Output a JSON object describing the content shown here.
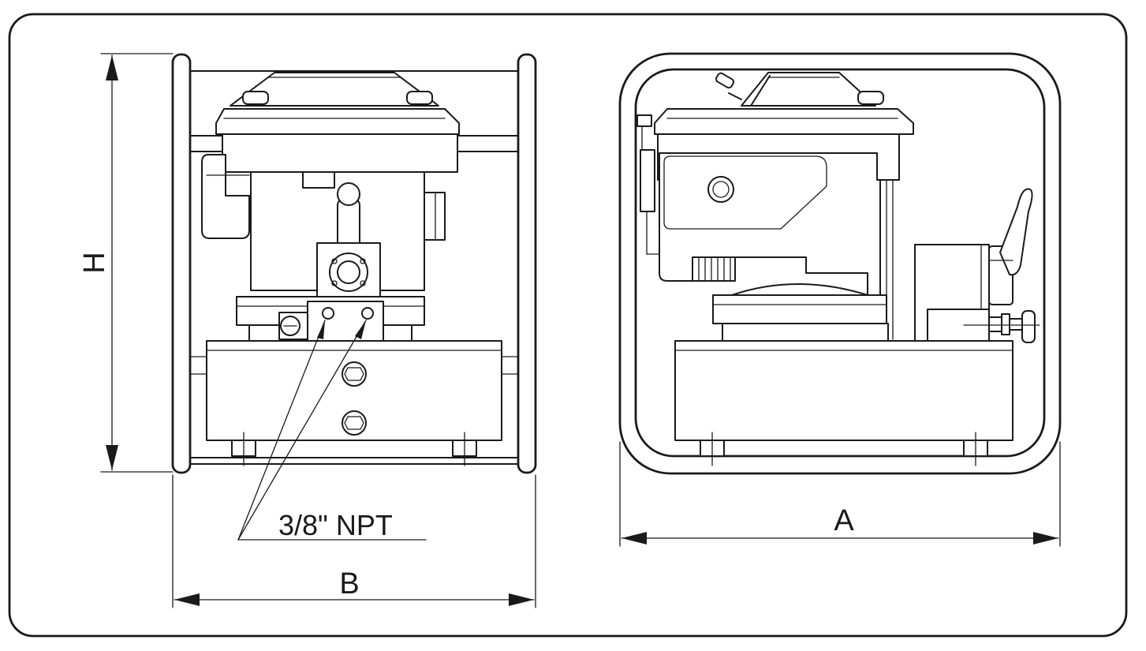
{
  "labels": {
    "height": "H",
    "width_front": "B",
    "width_side": "A",
    "port": "3/8\" NPT"
  },
  "colors": {
    "line": "#1a1a1a",
    "background": "#ffffff"
  }
}
